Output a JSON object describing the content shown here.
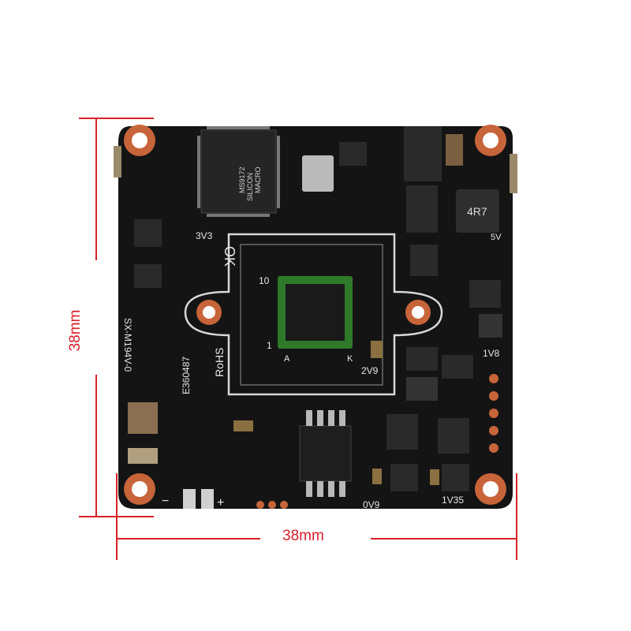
{
  "dimensions": {
    "width_label": "38mm",
    "height_label": "38mm",
    "line_color": "#d8202a"
  },
  "board": {
    "color": "#141414",
    "pad_color": "#c8643a",
    "silk_color": "#e6e6e6",
    "silkscreen": {
      "v3v3": "3V3",
      "v5": "5V",
      "v1v8": "1V8",
      "v2v9": "2V9",
      "v0v9": "0V9",
      "v1v35": "1V35",
      "pin10": "10",
      "pin1": "1",
      "a": "A",
      "k": "K",
      "ok": "OK",
      "model": "SX-M1",
      "flame": "94V-0",
      "cert": "E360487",
      "rohs": "RoHS",
      "inductor": "4R7",
      "minus": "−",
      "plus": "+"
    },
    "chip_text": {
      "line1": "MACRO",
      "line2": "SILICON",
      "line3": "MS9172"
    }
  }
}
